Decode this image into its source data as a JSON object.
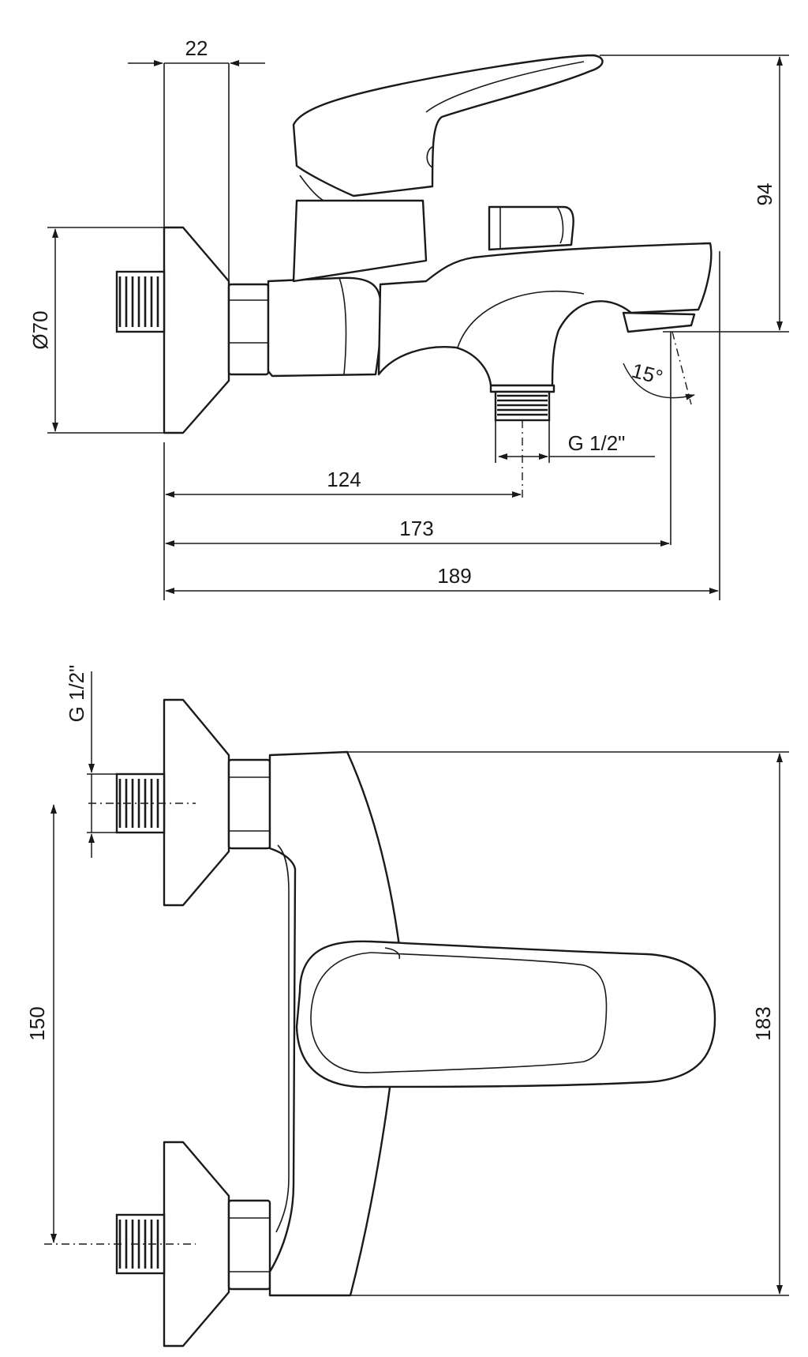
{
  "side_view": {
    "flange_offset": "22",
    "rosette_diameter": "Ø70",
    "height": "94",
    "outlet_thread": "G 1/2\"",
    "outlet_angle": "15°",
    "outlet_distance": "124",
    "spout_tip_distance": "173",
    "overall_length": "189"
  },
  "top_view": {
    "inlet_thread": "G 1/2\"",
    "connection_spacing": "150",
    "overall_width": "183"
  }
}
